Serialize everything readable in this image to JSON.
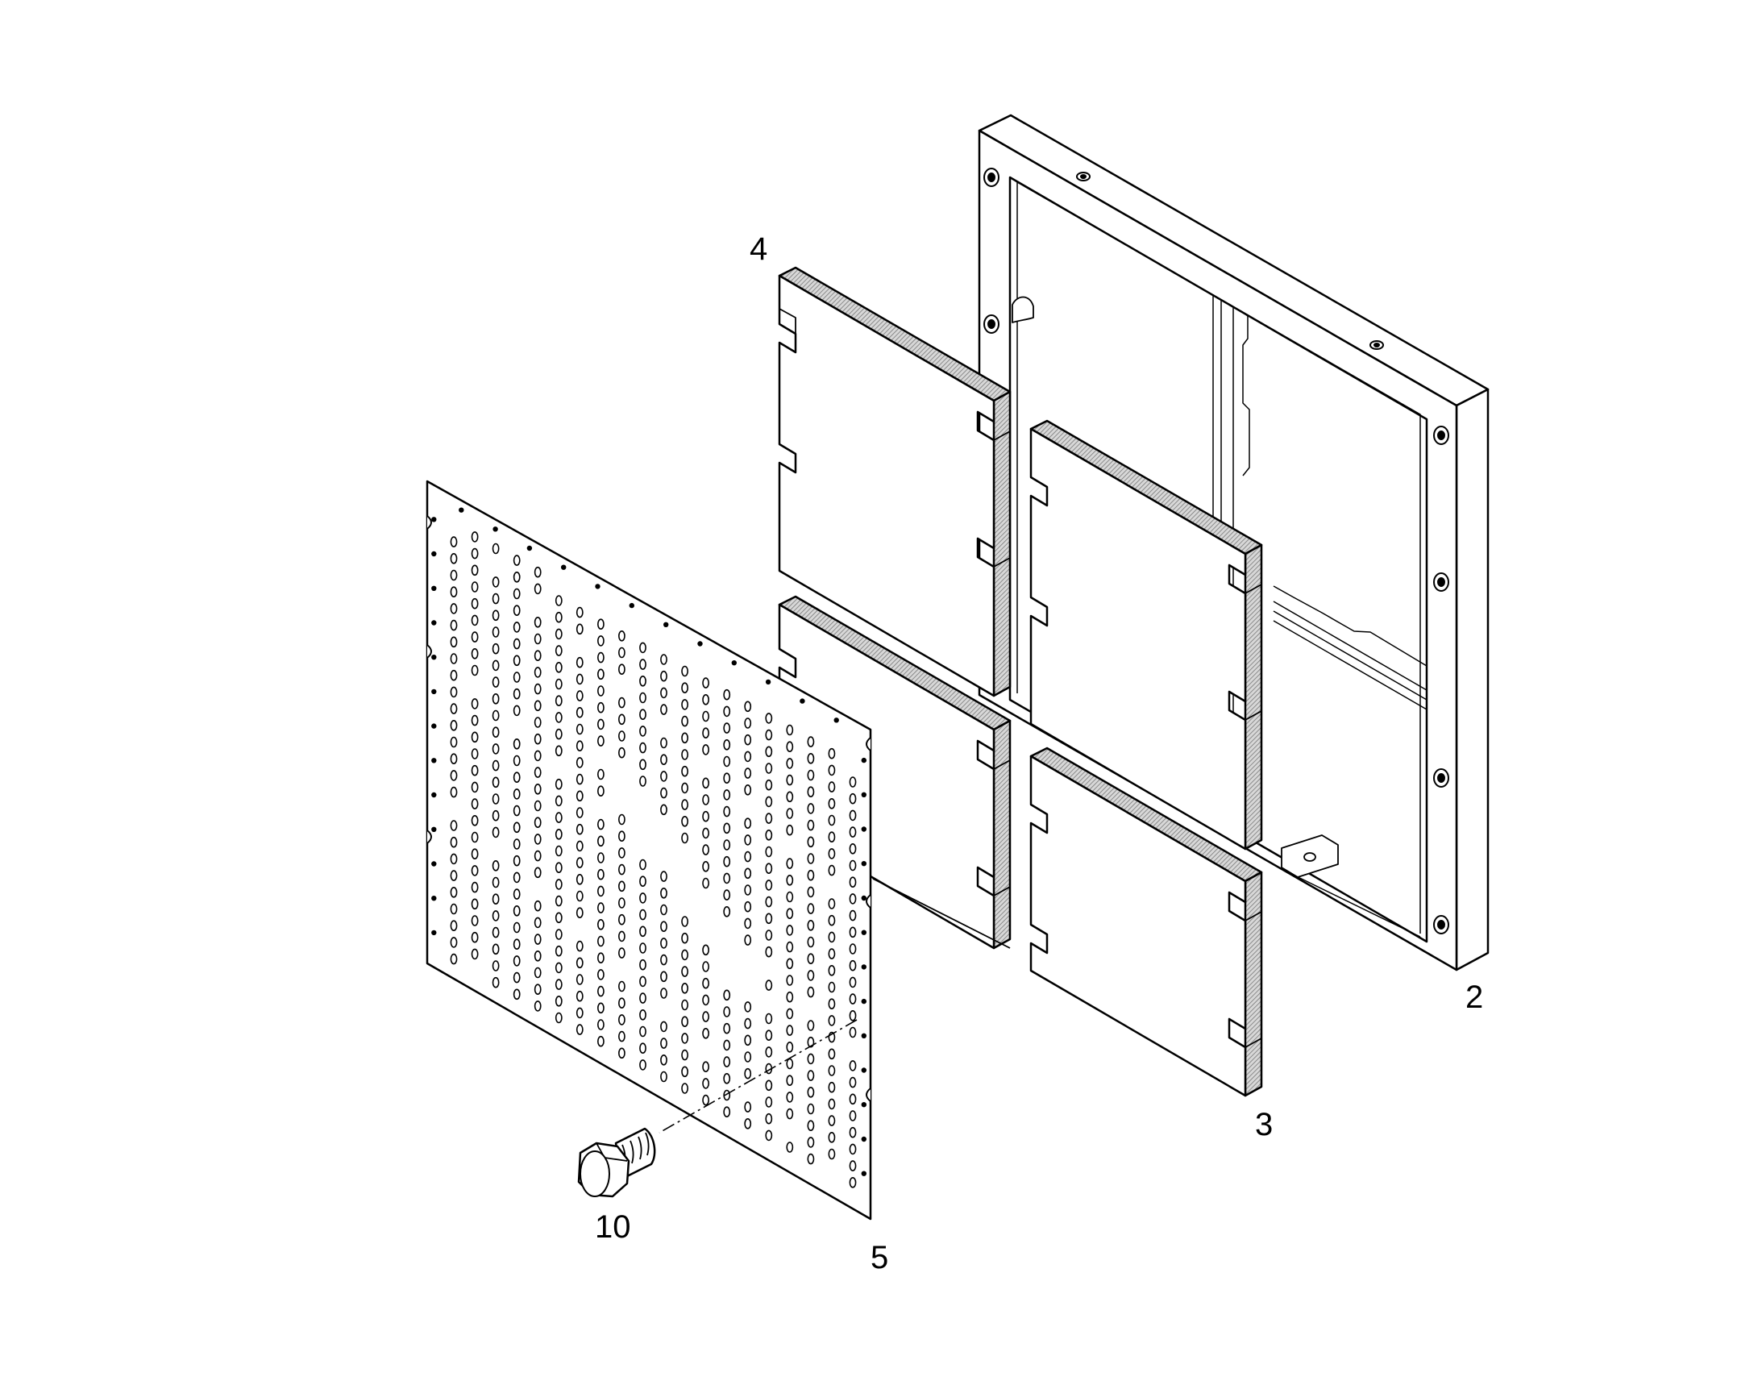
{
  "colors": {
    "line": "#000000",
    "background": "#ffffff",
    "edge_hatch": "#8f8f8f",
    "hole": "#ffffff"
  },
  "callouts": {
    "frame": "2",
    "insulation_pad_lower": "3",
    "insulation_pad_upper": "4",
    "perforated_cover": "5",
    "bolt": "10"
  }
}
